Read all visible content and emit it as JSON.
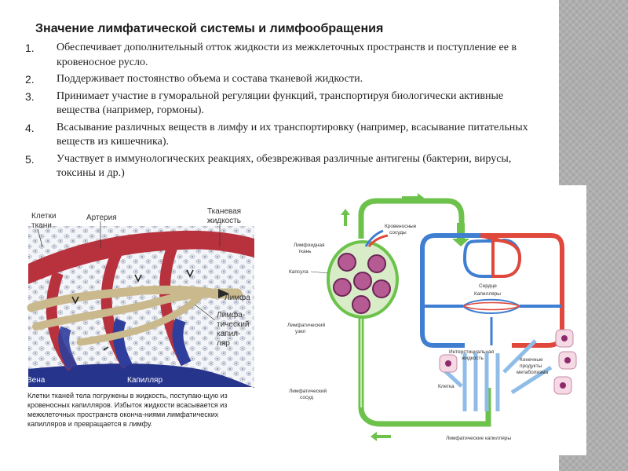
{
  "slide": {
    "title": "Значение лимфатической системы и лимфообращения",
    "points": [
      {
        "num": "1.",
        "text": "Обеспечивает дополнительный отток жидкости из межклеточных пространств и поступление ее в кровеносное русло."
      },
      {
        "num": "2.",
        "text": "Поддерживает постоянство объема и состава тканевой жидкости."
      },
      {
        "num": "3.",
        "text": "Принимает участие в гуморальной регуляции функций, транспортируя биологически активные вещества (например, гормоны)."
      },
      {
        "num": "4.",
        "text": "Всасывание различных веществ в лимфу и их транспортировку (например, всасывание питательных веществ из кишечника)."
      },
      {
        "num": "5.",
        "text": "Участвует в иммунологических реакциях, обезвреживая различные антигены (бактерии, вирусы, токсины и др.)"
      }
    ]
  },
  "left_figure": {
    "labels": {
      "cells1": "Клетки",
      "cells2": "ткани",
      "artery": "Артерия",
      "fluid1": "Тканевая",
      "fluid2": "жидкость",
      "lymph": "Лимфа",
      "lcap1": "Лимфа-",
      "lcap2": "тический",
      "lcap3": "капил-",
      "lcap4": "ляр",
      "vein": "Вена",
      "capillary": "Капилляр"
    },
    "caption": "Клетки тканей тела погружены в жидкость, поступаю-щую из кровеносных капилляров. Избыток жидкости всасывается из межклеточных пространств оконча-ниями лимфатических капилляров и превращается в лимфу."
  },
  "right_figure": {
    "labels": {
      "blood_vessels1": "Кровеносные",
      "blood_vessels2": "сосуды",
      "lymphoid1": "Лимфоидная",
      "lymphoid2": "ткань",
      "capsule": "Капсула",
      "heart": "Сердце",
      "capillaries": "Капилляры",
      "node1": "Лимфатический",
      "node2": "узел",
      "interstitial1": "Интерстициальная",
      "interstitial2": "жидкость",
      "products1": "Конечные",
      "products2": "продукты",
      "products3": "метаболизма",
      "cell": "Клетка",
      "vessel1": "Лимфатический",
      "vessel2": "сосуд",
      "lcaps": "Лимфатические капилляры"
    }
  },
  "colors": {
    "artery_red": "#b8323e",
    "vein_blue": "#27348b",
    "lymph_tan": "#c9b98c",
    "lymph_green": "#6cc24a",
    "heart_blue": "#3f7fd1",
    "heart_red": "#e0483c",
    "node_purple": "#8e2a6b",
    "side_gray": "#a7a7a7"
  }
}
